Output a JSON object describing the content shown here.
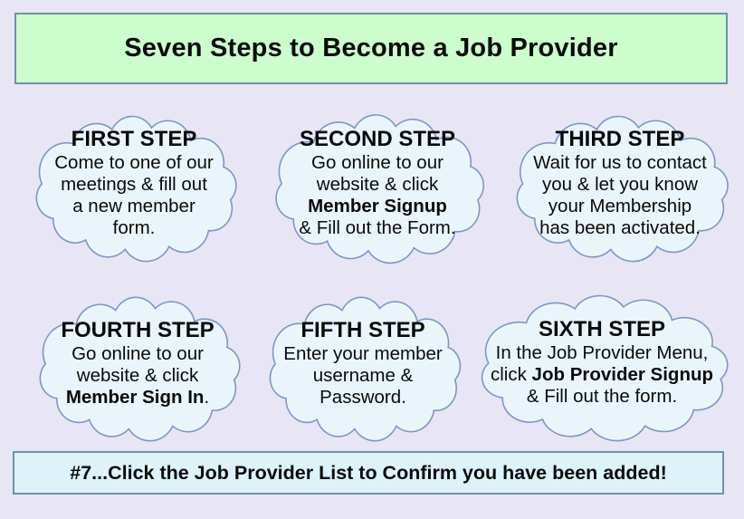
{
  "header": {
    "title": "Seven Steps to Become a Job Provider"
  },
  "clouds": [
    {
      "title": "FIRST STEP",
      "body": [
        {
          "t": "Come to one of our\nmeetings & fill out\na new member\nform.",
          "b": false
        }
      ]
    },
    {
      "title": "SECOND STEP",
      "body": [
        {
          "t": "Go online to our\nwebsite & click\n",
          "b": false
        },
        {
          "t": "Member Signup",
          "b": true
        },
        {
          "t": "\n& Fill out the Form.",
          "b": false
        }
      ]
    },
    {
      "title": "THIRD STEP",
      "body": [
        {
          "t": "Wait for us to contact\nyou & let you know\nyour Membership\nhas been activated.",
          "b": false
        }
      ]
    },
    {
      "title": "FOURTH STEP",
      "body": [
        {
          "t": "Go online to our\nwebsite & click\n",
          "b": false
        },
        {
          "t": "Member Sign In",
          "b": true
        },
        {
          "t": ".",
          "b": false
        }
      ]
    },
    {
      "title": "FIFTH STEP",
      "body": [
        {
          "t": "Enter your member\nusername &\nPassword.",
          "b": false
        }
      ]
    },
    {
      "title": "SIXTH STEP",
      "body": [
        {
          "t": "In the Job Provider Menu,\nclick ",
          "b": false
        },
        {
          "t": "Job Provider Signup",
          "b": true
        },
        {
          "t": "\n& Fill out the form.",
          "b": false
        }
      ]
    }
  ],
  "footer": {
    "text": "#7...Click the Job Provider List to Confirm you have been added!"
  },
  "colors": {
    "page_bg": "#e8e5f5",
    "header_bg": "#ccfdcc",
    "box_border": "#6d93a8",
    "cloud_fill": "#eaf5fb",
    "cloud_stroke": "#7e96c3",
    "footer_bg": "#ddf2f9",
    "text": "#0a0a0a"
  }
}
